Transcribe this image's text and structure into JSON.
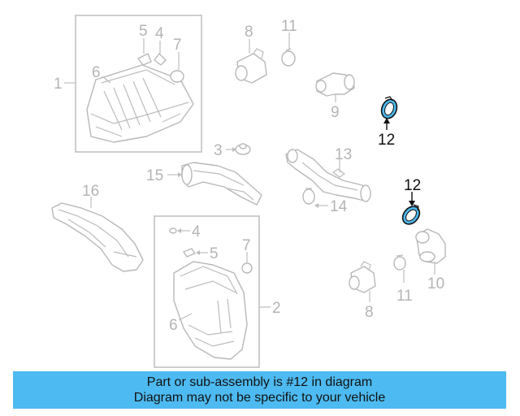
{
  "callouts": {
    "c1": "1",
    "c2": "2",
    "c3": "3",
    "c4a": "4",
    "c4b": "4",
    "c5a": "5",
    "c5b": "5",
    "c6a": "6",
    "c6b": "6",
    "c7a": "7",
    "c7b": "7",
    "c8a": "8",
    "c8b": "8",
    "c9": "9",
    "c10": "10",
    "c11a": "11",
    "c11b": "11",
    "c12a": "12",
    "c12b": "12",
    "c13": "13",
    "c14": "14",
    "c15": "15",
    "c16": "16"
  },
  "highlight": {
    "part": "12",
    "color": "#4dbaf1"
  },
  "banner": {
    "line1": "Part or sub-assembly is #12 in diagram",
    "line2": "Diagram may not be specific to your vehicle",
    "color": "#4dbaf1"
  }
}
